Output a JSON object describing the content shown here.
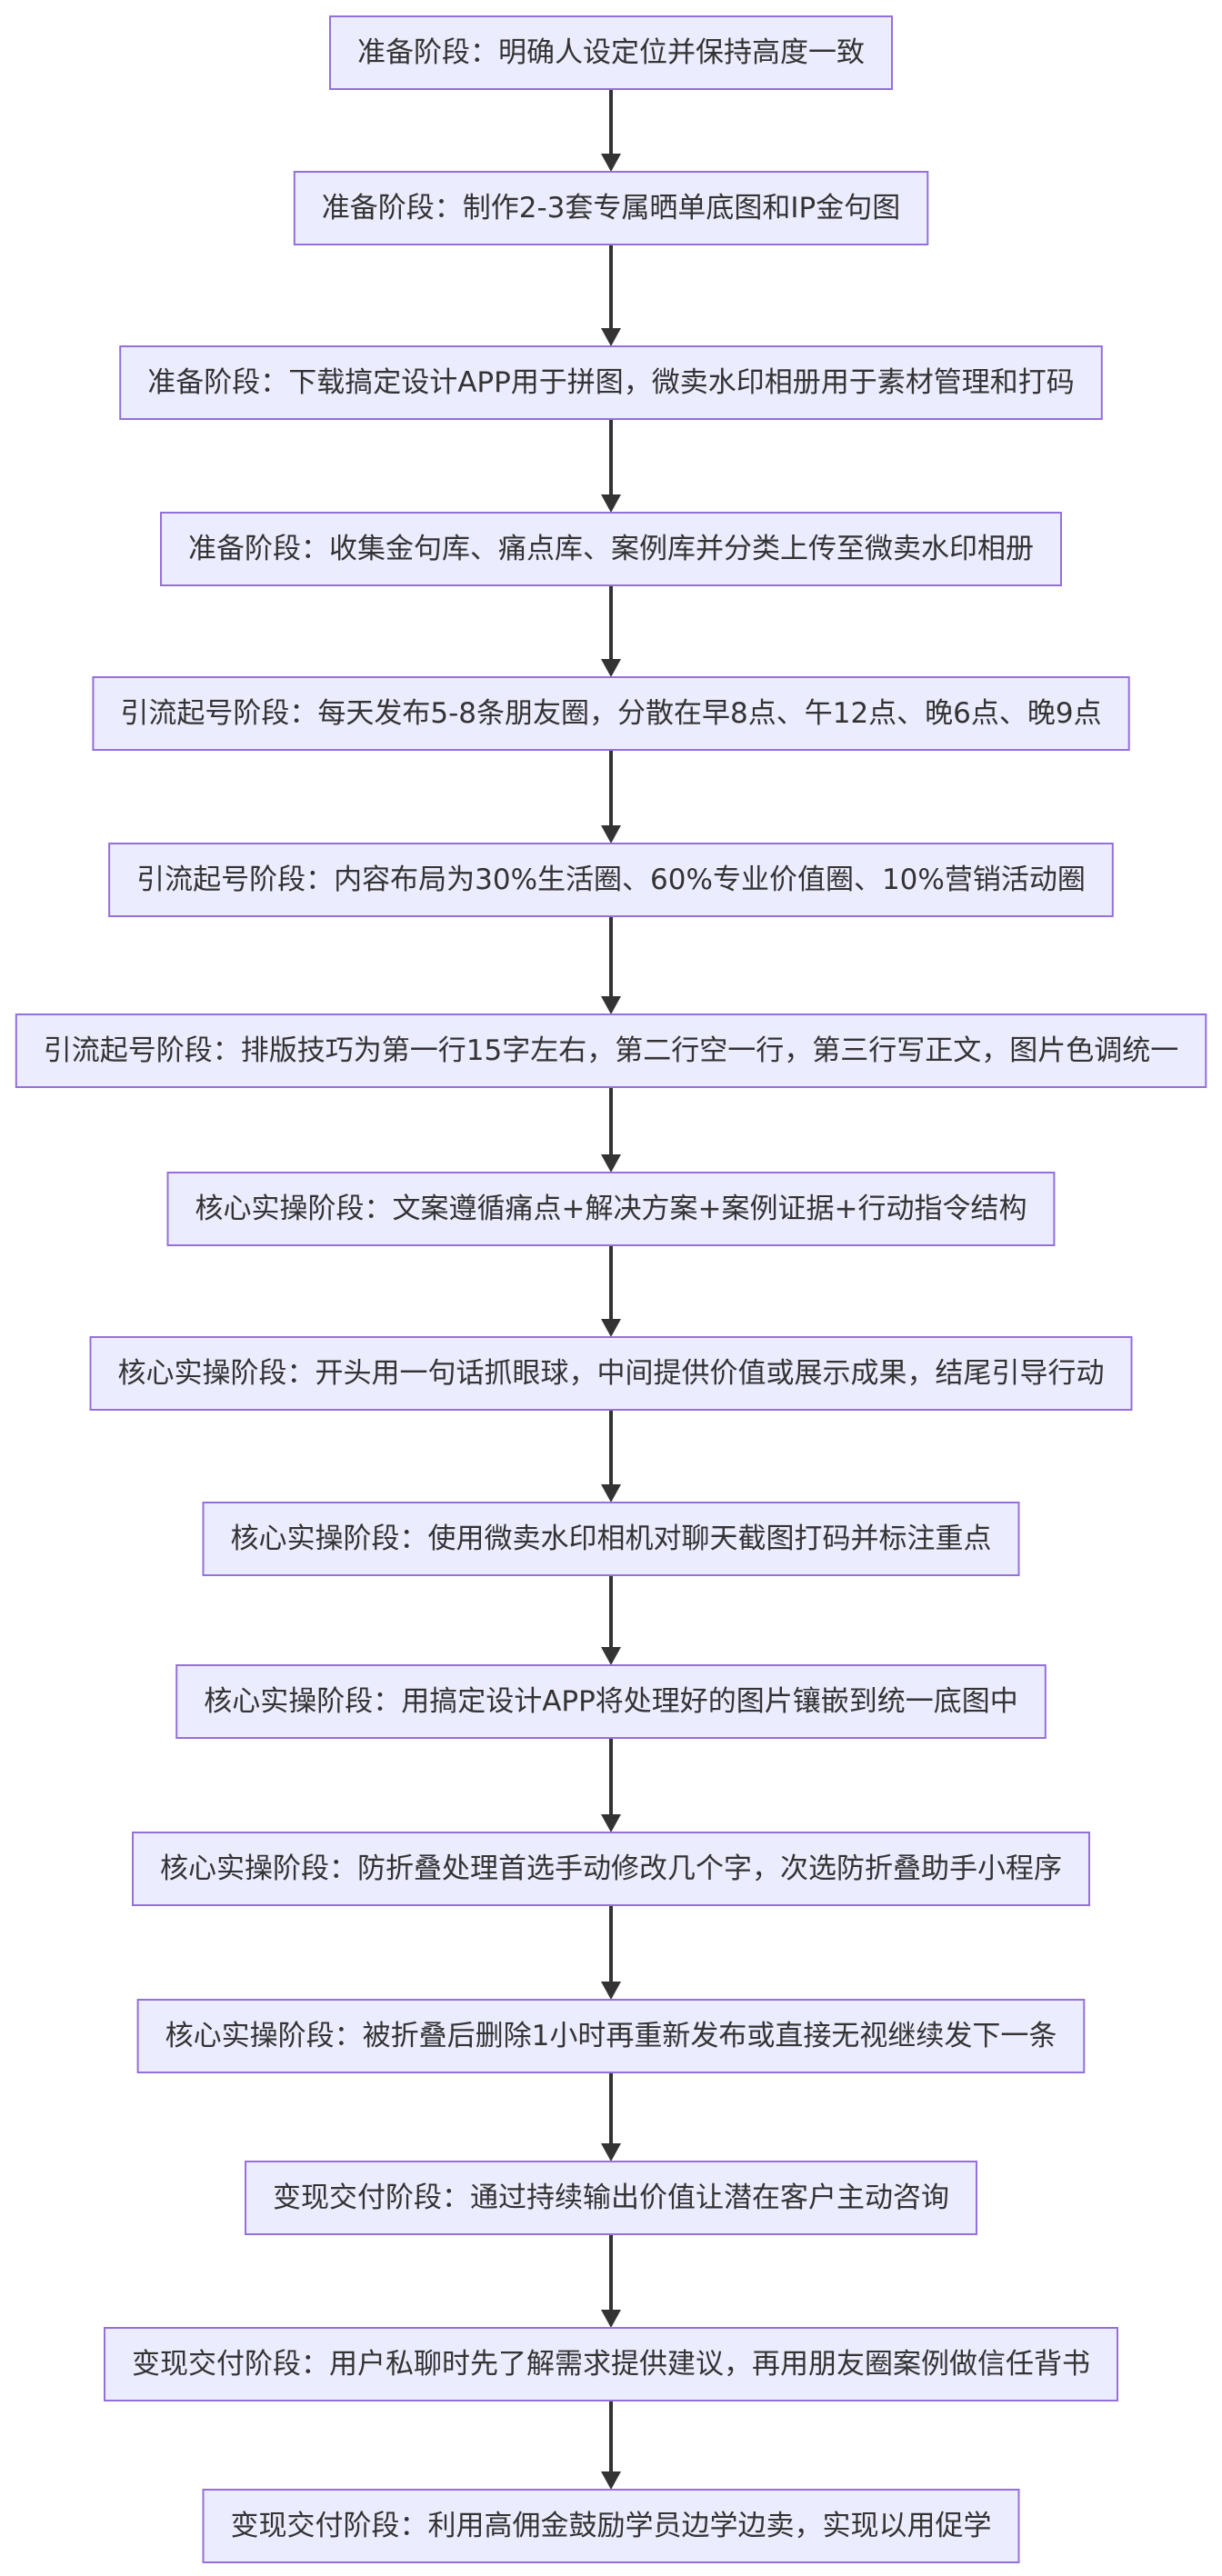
{
  "flowchart": {
    "steps": [
      "准备阶段：明确人设定位并保持高度一致",
      "准备阶段：制作2-3套专属晒单底图和IP金句图",
      "准备阶段：下载搞定设计APP用于拼图，微卖水印相册用于素材管理和打码",
      "准备阶段：收集金句库、痛点库、案例库并分类上传至微卖水印相册",
      "引流起号阶段：每天发布5-8条朋友圈，分散在早8点、午12点、晚6点、晚9点",
      "引流起号阶段：内容布局为30%生活圈、60%专业价值圈、10%营销活动圈",
      "引流起号阶段：排版技巧为第一行15字左右，第二行空一行，第三行写正文，图片色调统一",
      "核心实操阶段：文案遵循痛点+解决方案+案例证据+行动指令结构",
      "核心实操阶段：开头用一句话抓眼球，中间提供价值或展示成果，结尾引导行动",
      "核心实操阶段：使用微卖水印相机对聊天截图打码并标注重点",
      "核心实操阶段：用搞定设计APP将处理好的图片镶嵌到统一底图中",
      "核心实操阶段：防折叠处理首选手动修改几个字，次选防折叠助手小程序",
      "核心实操阶段：被折叠后删除1小时再重新发布或直接无视继续发下一条",
      "变现交付阶段：通过持续输出价值让潜在客户主动咨询",
      "变现交付阶段：用户私聊时先了解需求提供建议，再用朋友圈案例做信任背书",
      "变现交付阶段：利用高佣金鼓励学员边学边卖，实现以用促学"
    ]
  }
}
